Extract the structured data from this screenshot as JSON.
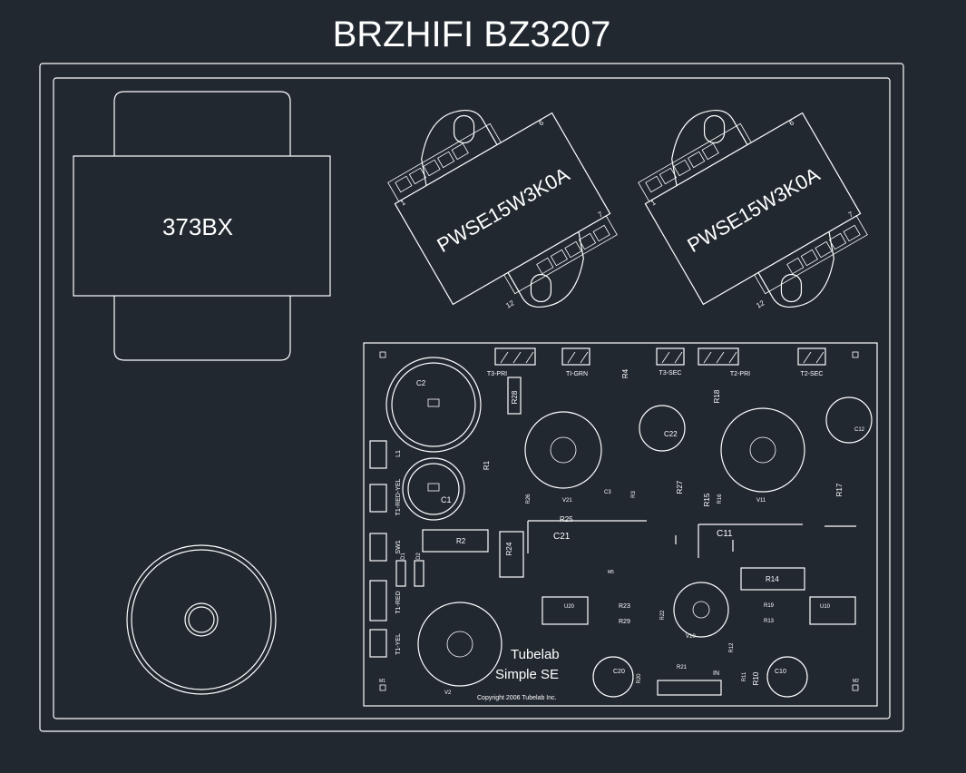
{
  "title": "BRZHIFI BZ3207",
  "power_transformer": {
    "label": "373BX"
  },
  "output_transformers": [
    {
      "label": "PWSE15W3K0A",
      "pin_labels": [
        "6",
        "1",
        "7",
        "12"
      ]
    },
    {
      "label": "PWSE15W3K0A",
      "pin_labels": [
        "6",
        "1",
        "7",
        "12"
      ]
    }
  ],
  "pcb": {
    "brand_line1": "Tubelab",
    "brand_line2": "Simple SE",
    "copyright": "Copyright 2006 Tubelab Inc.",
    "terminals": {
      "t3_pri": "T3-PRI",
      "t1_grn": "TI-GRN",
      "t3_sec": "T3-SEC",
      "t2_pri": "T2-PRI",
      "t2_sec": "T2-SEC",
      "l1": "L1",
      "t1_red_yel": "T1-RED-YEL",
      "sw1": "SW1",
      "t1_red": "T1-RED",
      "t1_yel": "T1-YEL",
      "in": "IN"
    },
    "components": {
      "c2": "C2",
      "c1": "C1",
      "c22": "C22",
      "c12": "C12",
      "c3": "C3",
      "c21": "C21",
      "c11": "C11",
      "c20": "C20",
      "c10": "C10",
      "r28": "R28",
      "r4": "R4",
      "r18": "R18",
      "r1": "R1",
      "r26": "R26",
      "r3": "R3",
      "r27": "R27",
      "r15": "R15",
      "r16": "R16",
      "r17": "R17",
      "r25": "R25",
      "r2": "R2",
      "r24": "R24",
      "r14": "R14",
      "r23": "R23",
      "r29": "R29",
      "r22": "R22",
      "r19": "R19",
      "r13": "R13",
      "r12": "R12",
      "r21": "R21",
      "r20": "R20",
      "r11": "R11",
      "r10": "R10",
      "v21": "V21",
      "v11": "V11",
      "v10": "V10",
      "v2": "V2",
      "u20": "U20",
      "u10": "U10",
      "d1": "D1",
      "d2": "D2",
      "m1": "M1",
      "m2": "M2",
      "m5": "M5"
    }
  }
}
